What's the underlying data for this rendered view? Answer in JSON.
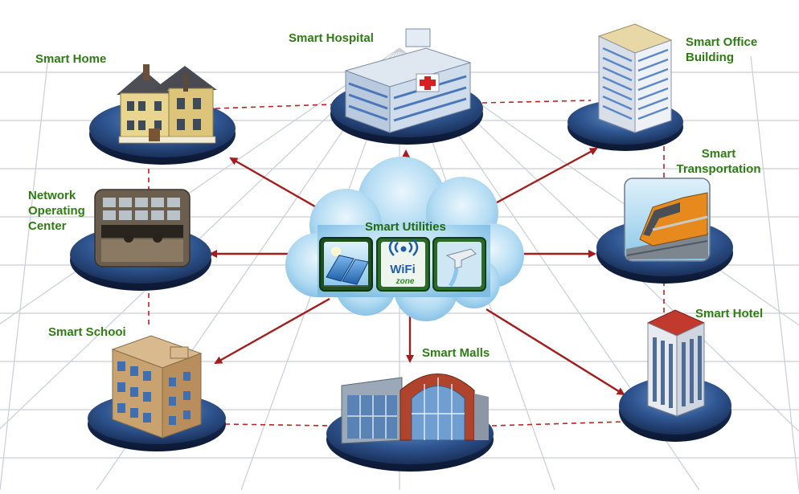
{
  "center": {
    "label": "Smart Utilities"
  },
  "wifi_badge": {
    "main": "WiFi",
    "sub": "zone"
  },
  "nodes": {
    "home": {
      "label": "Smart Home"
    },
    "hospital": {
      "label": "Smart Hospital"
    },
    "office": {
      "line1": "Smart Office",
      "line2": "Building"
    },
    "transport": {
      "line1": "Smart",
      "line2": "Transportation"
    },
    "noc": {
      "line1": "Network",
      "line2": "Operating",
      "line3": "Center"
    },
    "hotel": {
      "label": "Smart Hotel"
    },
    "school": {
      "label": "Smart Schooi"
    },
    "malls": {
      "label": "Smart Malls"
    }
  },
  "colors": {
    "label_green": "#2e7d12",
    "arrow_red": "#a51c1c",
    "platform_blue": "#2c4d82",
    "cloud_blue": "#8ec8ea"
  }
}
